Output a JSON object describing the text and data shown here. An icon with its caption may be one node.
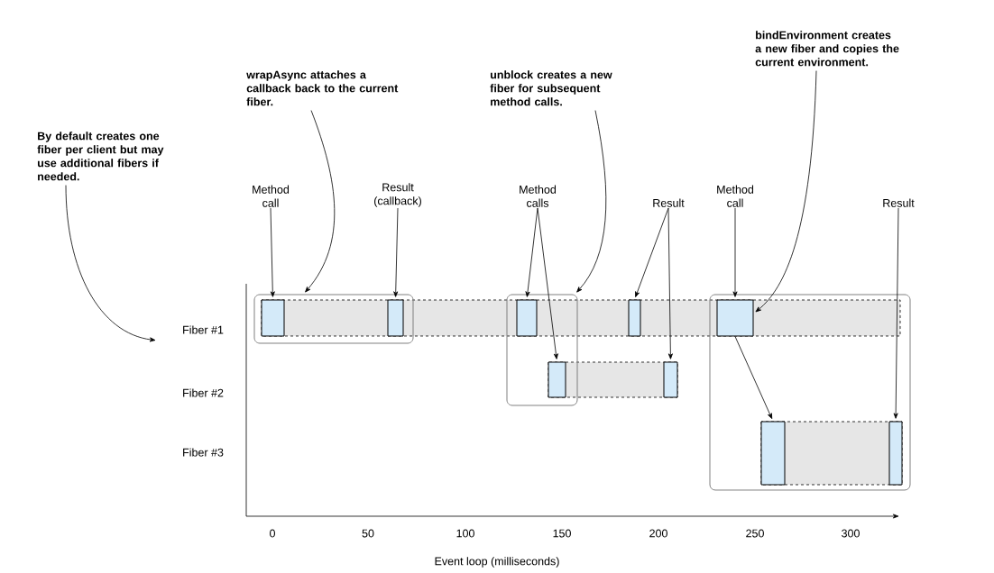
{
  "diagram": {
    "nodes": [
      {
        "text": [
          "By default creates one fiber per client but may use additional fibers if needed."
        ]
      },
      {
        "text": [
          "wrapAsync attaches a callback back to the current fiber."
        ]
      },
      {
        "text": [
          "unblock creates a new fiber for subsequent method calls."
        ]
      },
      {
        "text": [
          "bindEnvironment creates a new fiber and copies the current environment."
        ]
      },
      {
        "text": [
          "Method call"
        ]
      },
      {
        "text": [
          "Result (callback)"
        ]
      },
      {
        "text": [
          "Method calls"
        ]
      },
      {
        "text": [
          "Result"
        ]
      },
      {
        "text": [
          "Method call"
        ]
      },
      {
        "text": [
          "Result"
        ]
      },
      {
        "text": [],
        "shape": "box"
      },
      {
        "text": [],
        "shape": "box"
      },
      {
        "text": [],
        "shape": "box"
      },
      {
        "text": [],
        "shape": "bar",
        "in": 10
      },
      {
        "text": [],
        "shape": "bar",
        "in": 10
      },
      {
        "text": [],
        "shape": "bar",
        "in": 11
      },
      {
        "text": [],
        "shape": "bar",
        "in": 11
      },
      {
        "text": [],
        "shape": "bar"
      },
      {
        "text": [],
        "shape": "bar"
      },
      {
        "text": [],
        "shape": "bar",
        "in": 12
      },
      {
        "text": [],
        "shape": "bar",
        "in": 12
      },
      {
        "text": [],
        "shape": "bar",
        "in": 12
      }
    ],
    "edges": [
      {
        "from": 0,
        "to": null,
        "arrow": "to"
      },
      {
        "from": 1,
        "to": 10,
        "arrow": "to"
      },
      {
        "from": 2,
        "to": 11,
        "arrow": "to"
      },
      {
        "from": 3,
        "to": 19,
        "arrow": "to"
      },
      {
        "from": 4,
        "to": 13,
        "arrow": "to"
      },
      {
        "from": 5,
        "to": 14,
        "arrow": "to"
      },
      {
        "from": 6,
        "to": 15,
        "arrow": "to"
      },
      {
        "from": 6,
        "to": 16,
        "arrow": "to"
      },
      {
        "from": 7,
        "to": 17,
        "arrow": "to"
      },
      {
        "from": 7,
        "to": 18,
        "arrow": "to"
      },
      {
        "from": 8,
        "to": 19,
        "arrow": "to"
      },
      {
        "from": 9,
        "to": 21,
        "arrow": "to"
      },
      {
        "from": 19,
        "to": 20,
        "arrow": "to"
      }
    ],
    "labels": [
      "Fiber #1",
      "Fiber #2",
      "Fiber #3",
      "0",
      "50",
      "100",
      "150",
      "200",
      "250",
      "300",
      "Event loop (milliseconds)"
    ]
  }
}
